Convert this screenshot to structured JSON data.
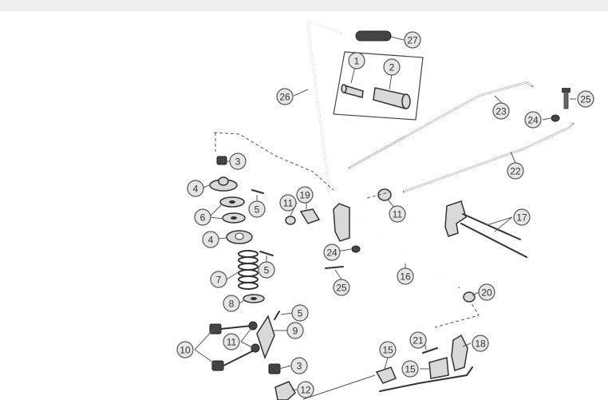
{
  "diagram": {
    "callouts": [
      {
        "label": "27"
      },
      {
        "label": "1"
      },
      {
        "label": "2"
      },
      {
        "label": "26"
      },
      {
        "label": "23"
      },
      {
        "label": "25"
      },
      {
        "label": "24"
      },
      {
        "label": "22"
      },
      {
        "label": "3"
      },
      {
        "label": "4"
      },
      {
        "label": "5"
      },
      {
        "label": "6"
      },
      {
        "label": "11"
      },
      {
        "label": "19"
      },
      {
        "label": "11"
      },
      {
        "label": "4"
      },
      {
        "label": "17"
      },
      {
        "label": "5"
      },
      {
        "label": "24"
      },
      {
        "label": "7"
      },
      {
        "label": "25"
      },
      {
        "label": "16"
      },
      {
        "label": "8"
      },
      {
        "label": "20"
      },
      {
        "label": "5"
      },
      {
        "label": "9"
      },
      {
        "label": "10"
      },
      {
        "label": "11"
      },
      {
        "label": "21"
      },
      {
        "label": "18"
      },
      {
        "label": "15"
      },
      {
        "label": "15"
      },
      {
        "label": "3"
      },
      {
        "label": "12"
      }
    ]
  }
}
